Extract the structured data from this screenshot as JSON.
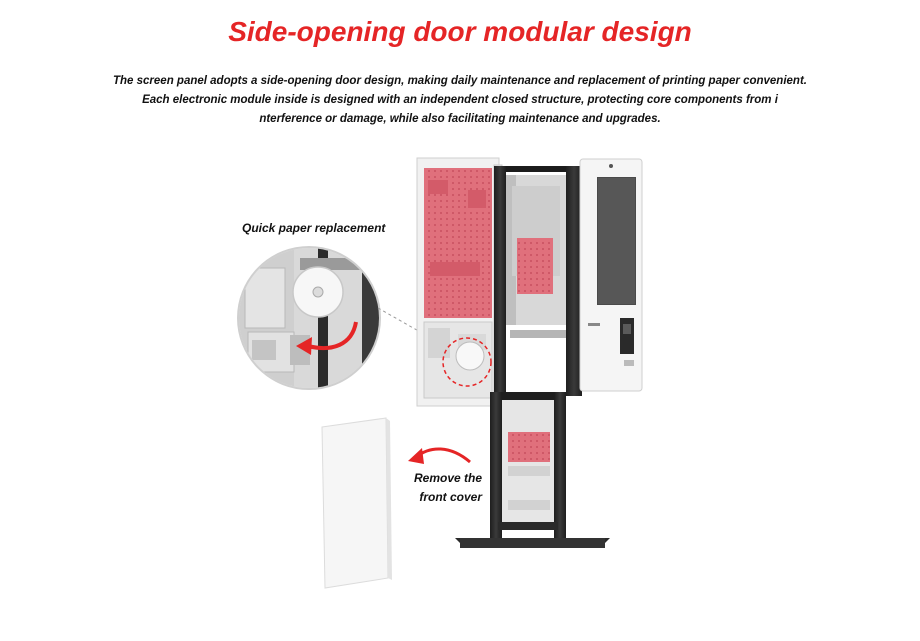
{
  "header": {
    "title": "Side-opening door modular design",
    "description": [
      "The screen panel adopts a side-opening door design, making daily maintenance and replacement of printing paper convenient.",
      "Each electronic module inside is designed with an independent closed structure, protecting core components from i",
      "nterference or damage, while also facilitating maintenance and upgrades."
    ]
  },
  "callouts": {
    "paper": "Quick paper replacement",
    "cover_line1": "Remove the",
    "cover_line2": "front cover"
  },
  "colors": {
    "accent": "#e52526",
    "module_red": "#e0707c",
    "frame": "#2a2a2a",
    "panel": "#f4f4f4"
  }
}
